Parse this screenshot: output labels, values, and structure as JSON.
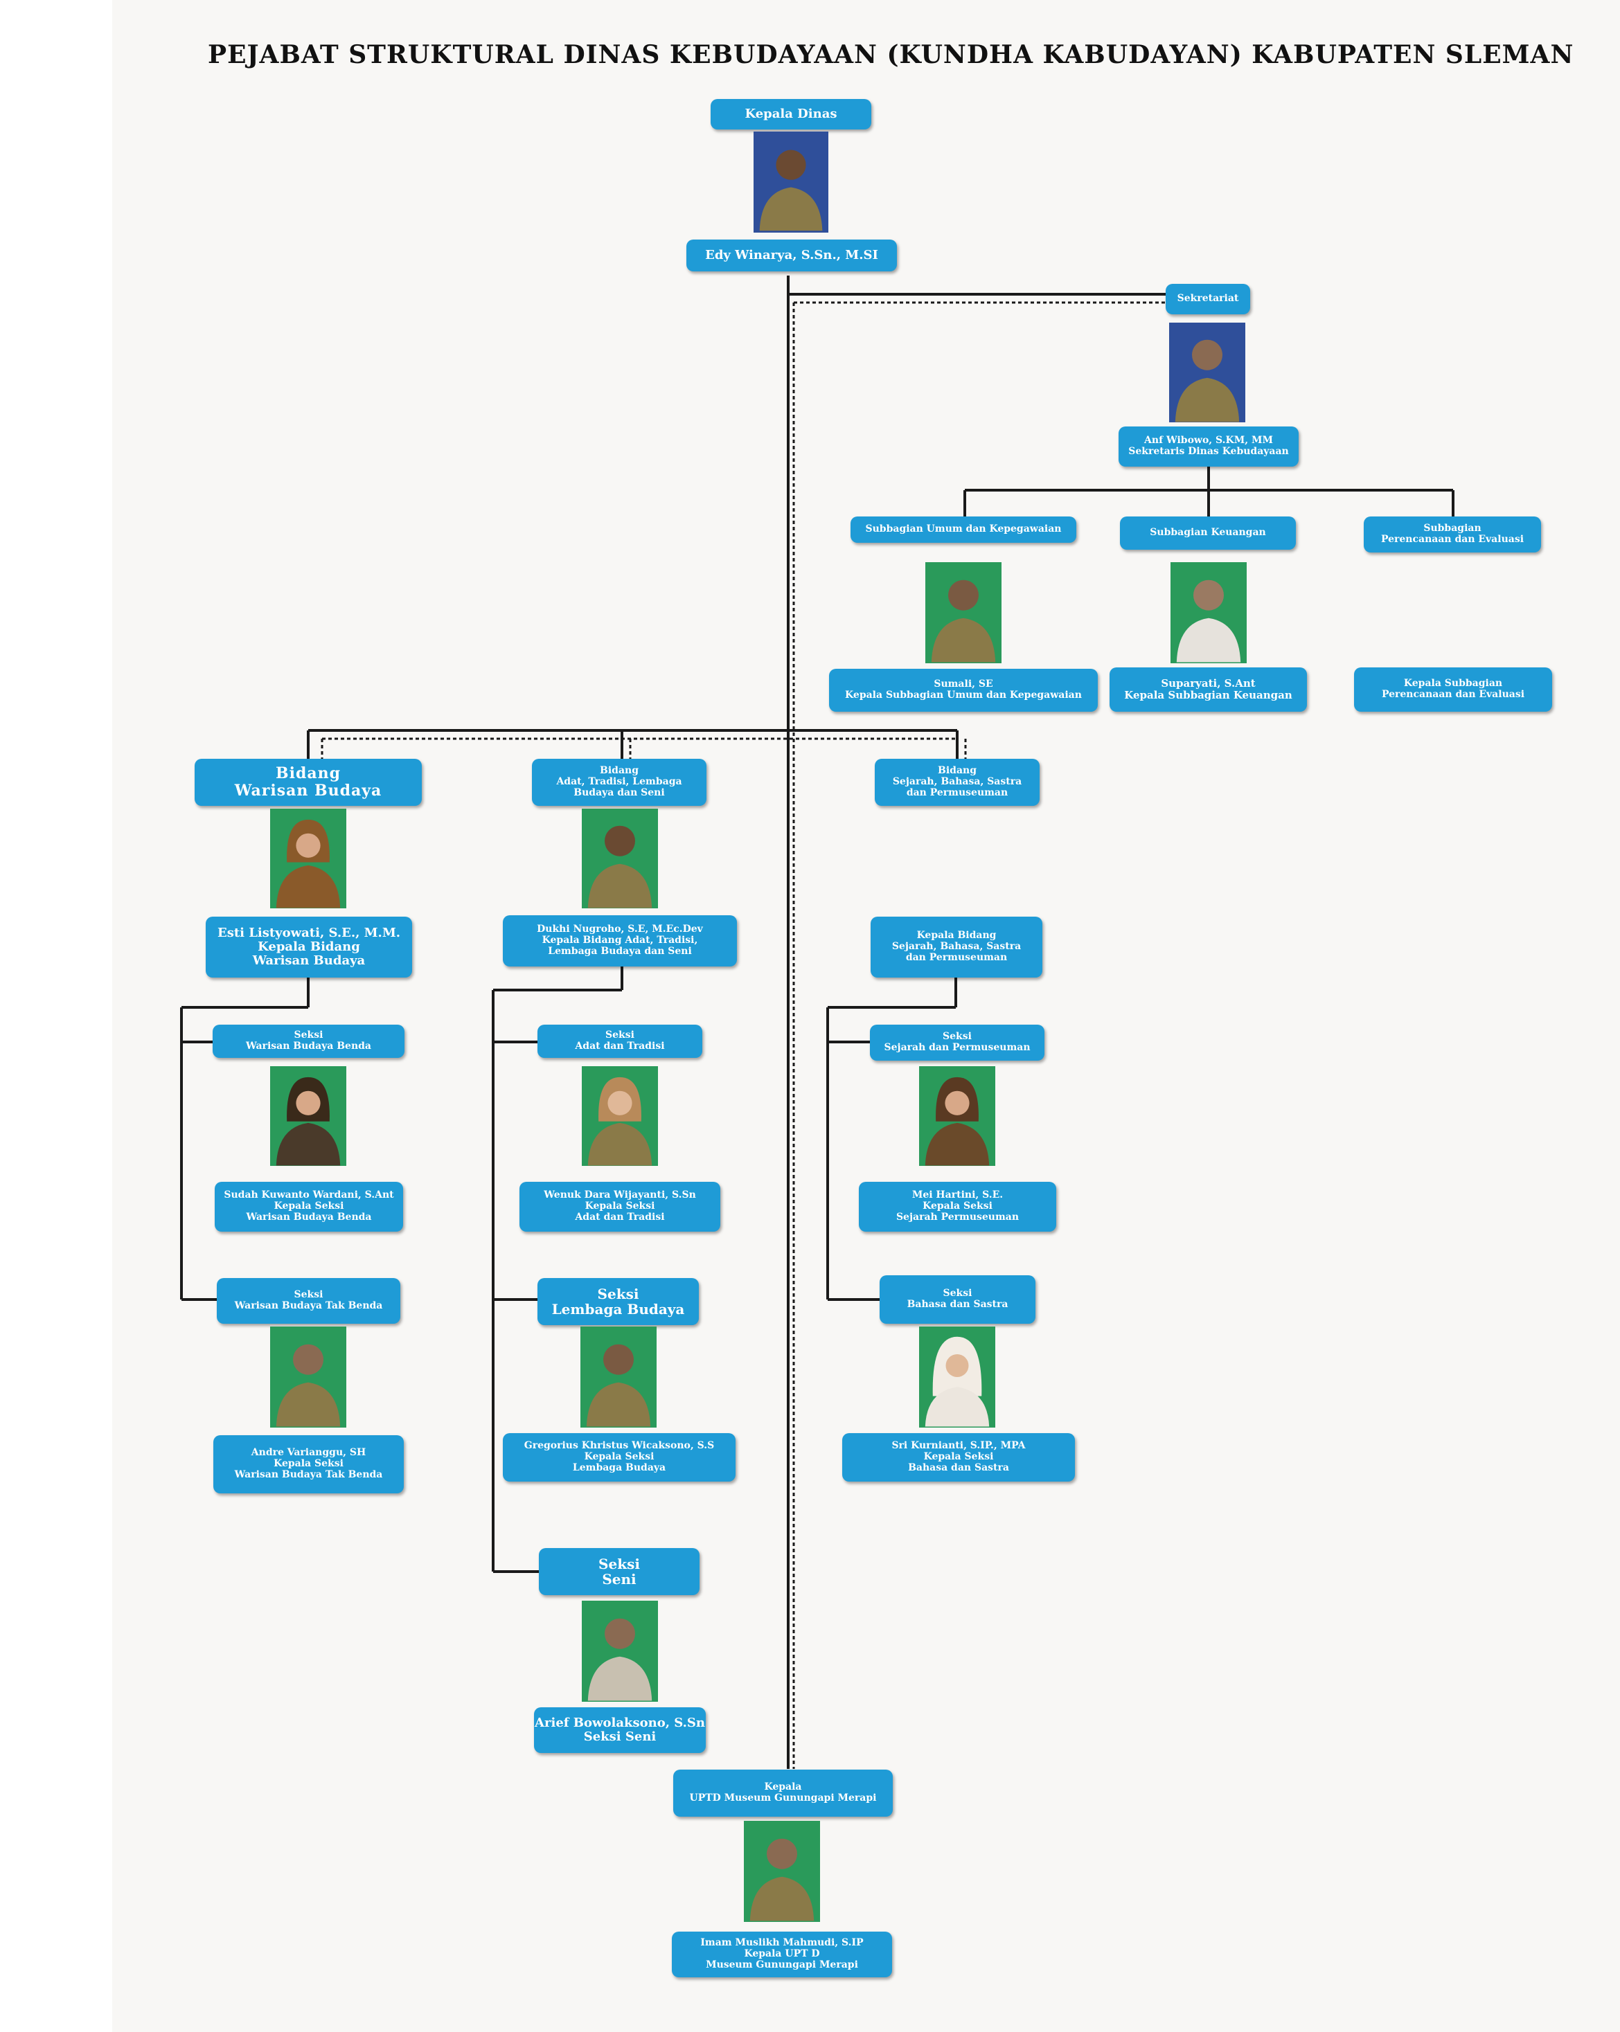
{
  "title": "PEJABAT STRUKTURAL DINAS KEBUDAYAAN (KUNDHA KABUDAYAN) KABUPATEN SLEMAN",
  "colors": {
    "box": "#1f9bd6",
    "box_text": "#ffffff",
    "line": "#1a1a1a",
    "photo_bg": "#2a9a5a",
    "photo_bg_head": "#2f4f9a"
  },
  "nodes": {
    "kepala_dinas": {
      "role": [
        "Kepala Dinas"
      ],
      "name": [
        "Edy Winarya, S.Sn., M.SI"
      ]
    },
    "sekretariat": {
      "role": [
        "Sekretariat"
      ],
      "name": [
        "Anf Wibowo, S.KM, MM",
        "Sekretaris Dinas Kebudayaan"
      ]
    },
    "subbag_umum": {
      "role": [
        "Subbagian Umum dan Kepegawaian"
      ],
      "name": [
        "Sumali, SE",
        "Kepala Subbagian Umum dan Kepegawaian"
      ]
    },
    "subbag_keuangan": {
      "role": [
        "Subbagian Keuangan"
      ],
      "name": [
        "Suparyati, S.Ant",
        "Kepala Subbagian Keuangan"
      ]
    },
    "subbag_perencanaan": {
      "role": [
        "Subbagian",
        "Perencanaan dan Evaluasi"
      ],
      "name": [
        "Kepala Subbagian",
        "Perencanaan dan Evaluasi"
      ]
    },
    "bidang_warisan": {
      "role": [
        "Bidang",
        "Warisan Budaya"
      ],
      "name": [
        "Esti Listyowati, S.E., M.M.",
        "Kepala Bidang",
        "Warisan Budaya"
      ]
    },
    "bidang_adat": {
      "role": [
        "Bidang",
        "Adat, Tradisi, Lembaga",
        "Budaya dan Seni"
      ],
      "name": [
        "Dukhi Nugroho, S.E, M.Ec.Dev",
        "Kepala Bidang Adat, Tradisi,",
        "Lembaga Budaya dan Seni"
      ]
    },
    "bidang_sejarah": {
      "role": [
        "Bidang",
        "Sejarah, Bahasa, Sastra",
        "dan Permuseuman"
      ],
      "name": [
        "Kepala Bidang",
        "Sejarah, Bahasa, Sastra",
        "dan Permuseuman"
      ]
    },
    "seksi_wb_benda": {
      "role": [
        "Seksi",
        "Warisan Budaya Benda"
      ],
      "name": [
        "Sudah Kuwanto Wardani, S.Ant",
        "Kepala Seksi",
        "Warisan Budaya Benda"
      ]
    },
    "seksi_wb_takbenda": {
      "role": [
        "Seksi",
        "Warisan Budaya Tak Benda"
      ],
      "name": [
        "Andre Varianggu, SH",
        "Kepala Seksi",
        "Warisan Budaya Tak Benda"
      ]
    },
    "seksi_adat": {
      "role": [
        "Seksi",
        "Adat dan Tradisi"
      ],
      "name": [
        "Wenuk Dara Wijayanti, S.Sn",
        "Kepala Seksi",
        "Adat dan Tradisi"
      ]
    },
    "seksi_lembaga": {
      "role": [
        "Seksi",
        "Lembaga Budaya"
      ],
      "name": [
        "Gregorius Khristus Wicaksono, S.S",
        "Kepala Seksi",
        "Lembaga Budaya"
      ]
    },
    "seksi_seni": {
      "role": [
        "Seksi",
        "Seni"
      ],
      "name": [
        "Arief Bowolaksono, S.Sn",
        "Seksi Seni"
      ]
    },
    "seksi_sejarah": {
      "role": [
        "Seksi",
        "Sejarah dan Permuseuman"
      ],
      "name": [
        "Mei Hartini, S.E.",
        "Kepala Seksi",
        "Sejarah Permuseuman"
      ]
    },
    "seksi_bahasa": {
      "role": [
        "Seksi",
        "Bahasa dan Sastra"
      ],
      "name": [
        "Sri Kurnianti, S.IP., MPA",
        "Kepala Seksi",
        "Bahasa dan Sastra"
      ]
    },
    "uptd": {
      "role": [
        "Kepala",
        "UPTD Museum Gunungapi Merapi"
      ],
      "name": [
        "Imam Muslikh Mahmudi, S.IP",
        "Kepala UPT D",
        "Museum Gunungapi Merapi"
      ]
    }
  }
}
